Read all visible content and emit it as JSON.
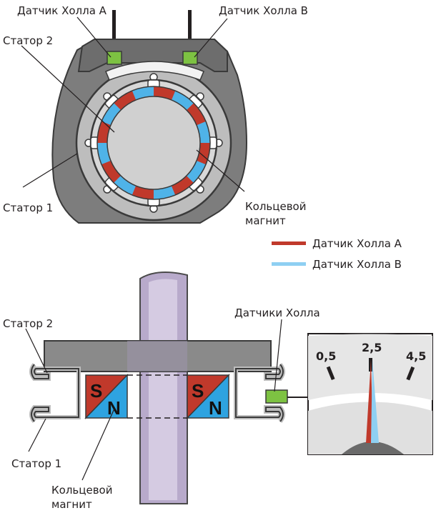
{
  "labels": {
    "hall_a": "Датчик Холла A",
    "hall_b": "Датчик Холла B",
    "stator2_top": "Статор 2",
    "stator1_top": "Статор 1",
    "ring_magnet_top_1": "Кольцевой",
    "ring_magnet_top_2": "магнит",
    "legend_a": "Датчик Холла A",
    "legend_b": "Датчик Холла B",
    "stator2_bottom": "Статор 2",
    "stator1_bottom": "Статор 1",
    "hall_sensors": "Датчики Холла",
    "ring_magnet_bottom_1": "Кольцевой",
    "ring_magnet_bottom_2": "магнит"
  },
  "poles": {
    "south": "S",
    "north": "N"
  },
  "gauge": {
    "tick_left": "0,5",
    "tick_mid": "2,5",
    "tick_right": "4,5"
  },
  "colors": {
    "hall_a_red": "#c0392b",
    "hall_b_blue": "#4fb3e8",
    "sensor_green": "#7dc242",
    "stator_gray": "#8a8a8a"
  }
}
